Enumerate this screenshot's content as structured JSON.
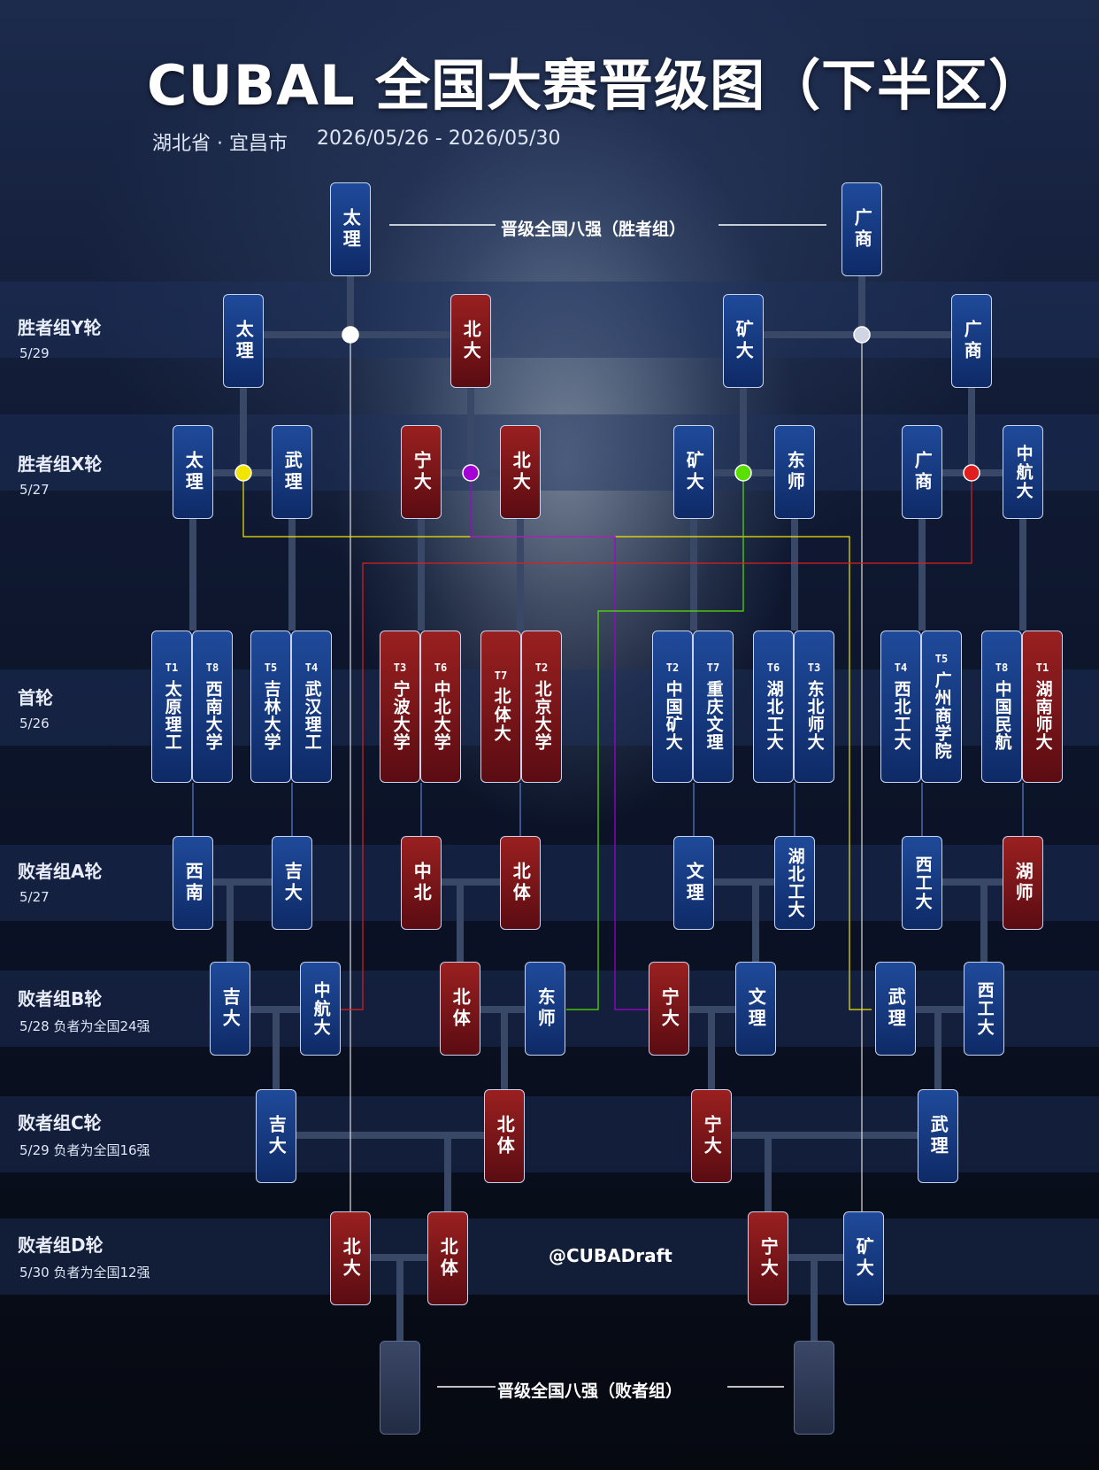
{
  "title": "CUBAL 全国大赛晋级图（下半区）",
  "location": "湖北省 · 宜昌市",
  "dates": "2026/05/26 - 2026/05/30",
  "winners_top_label": "晋级全国八强（胜者组）",
  "losers_bottom_label": "晋级全国八强（败者组）",
  "watermark": "@CUBADraft",
  "colors": {
    "blue": "#16397f",
    "red": "#7a1418",
    "yellow": "#f2e600",
    "purple": "#a400d6",
    "green": "#5ae000",
    "redDot": "#e01e1e",
    "white": "#ffffff"
  },
  "rounds": [
    {
      "name": "胜者组Y轮",
      "date": "5/29"
    },
    {
      "name": "胜者组X轮",
      "date": "5/27"
    },
    {
      "name": "首轮",
      "date": "5/26"
    },
    {
      "name": "败者组A轮",
      "date": "5/27"
    },
    {
      "name": "败者组B轮",
      "date": "5/28 负者为全国24强"
    },
    {
      "name": "败者组C轮",
      "date": "5/29 负者为全国16强"
    },
    {
      "name": "败者组D轮",
      "date": "5/30 负者为全国12强"
    }
  ],
  "first_round": [
    {
      "seed": "T1",
      "name": "太原理工",
      "color": "blue"
    },
    {
      "seed": "T8",
      "name": "西南大学",
      "color": "blue"
    },
    {
      "seed": "T5",
      "name": "吉林大学",
      "color": "blue"
    },
    {
      "seed": "T4",
      "name": "武汉理工",
      "color": "blue"
    },
    {
      "seed": "T3",
      "name": "宁波大学",
      "color": "red"
    },
    {
      "seed": "T6",
      "name": "中北大学",
      "color": "red"
    },
    {
      "seed": "T7",
      "name": "北体大",
      "color": "red"
    },
    {
      "seed": "T2",
      "name": "北京大学",
      "color": "red"
    },
    {
      "seed": "T2",
      "name": "中国矿大",
      "color": "blue"
    },
    {
      "seed": "T7",
      "name": "重庆文理",
      "color": "blue"
    },
    {
      "seed": "T6",
      "name": "湖北工大",
      "color": "blue"
    },
    {
      "seed": "T3",
      "name": "东北师大",
      "color": "blue"
    },
    {
      "seed": "T4",
      "name": "西北工大",
      "color": "blue"
    },
    {
      "seed": "T5",
      "name": "广州商学院",
      "color": "blue"
    },
    {
      "seed": "T8",
      "name": "中国民航",
      "color": "blue"
    },
    {
      "seed": "T1",
      "name": "湖南师大",
      "color": "red"
    }
  ],
  "winners_x": [
    {
      "name": "太理",
      "color": "blue"
    },
    {
      "name": "武理",
      "color": "blue"
    },
    {
      "name": "宁大",
      "color": "red"
    },
    {
      "name": "北大",
      "color": "red"
    },
    {
      "name": "矿大",
      "color": "blue"
    },
    {
      "name": "东师",
      "color": "blue"
    },
    {
      "name": "广商",
      "color": "blue"
    },
    {
      "name": "中航大",
      "color": "blue"
    }
  ],
  "winners_y": [
    {
      "name": "太理",
      "color": "blue"
    },
    {
      "name": "北大",
      "color": "red"
    },
    {
      "name": "矿大",
      "color": "blue"
    },
    {
      "name": "广商",
      "color": "blue"
    }
  ],
  "winners_top": [
    {
      "name": "太理",
      "color": "blue"
    },
    {
      "name": "广商",
      "color": "blue"
    }
  ],
  "losers_a": [
    {
      "name": "西南",
      "color": "blue"
    },
    {
      "name": "吉大",
      "color": "blue"
    },
    {
      "name": "中北",
      "color": "red"
    },
    {
      "name": "北体",
      "color": "red"
    },
    {
      "name": "文理",
      "color": "blue"
    },
    {
      "name": "湖北工大",
      "color": "blue"
    },
    {
      "name": "西工大",
      "color": "blue"
    },
    {
      "name": "湖师",
      "color": "red"
    }
  ],
  "losers_b": [
    {
      "name": "吉大",
      "color": "blue"
    },
    {
      "name": "中航大",
      "color": "blue"
    },
    {
      "name": "北体",
      "color": "red"
    },
    {
      "name": "东师",
      "color": "blue"
    },
    {
      "name": "宁大",
      "color": "red"
    },
    {
      "name": "文理",
      "color": "blue"
    },
    {
      "name": "武理",
      "color": "blue"
    },
    {
      "name": "西工大",
      "color": "blue"
    }
  ],
  "losers_c": [
    {
      "name": "吉大",
      "color": "blue"
    },
    {
      "name": "北体",
      "color": "red"
    },
    {
      "name": "宁大",
      "color": "red"
    },
    {
      "name": "武理",
      "color": "blue"
    }
  ],
  "losers_d": [
    {
      "name": "北大",
      "color": "red"
    },
    {
      "name": "北体",
      "color": "red"
    },
    {
      "name": "宁大",
      "color": "red"
    },
    {
      "name": "矿大",
      "color": "blue"
    }
  ],
  "losers_final": [
    {
      "name": "",
      "color": "dark"
    },
    {
      "name": "",
      "color": "dark"
    }
  ]
}
